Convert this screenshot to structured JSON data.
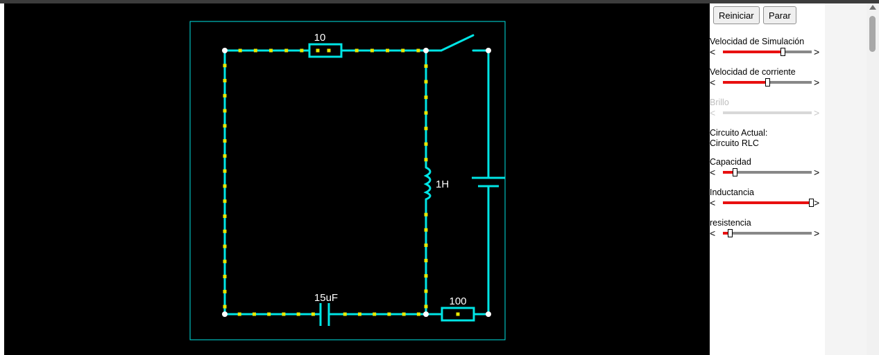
{
  "buttons": {
    "reset": "Reiniciar",
    "stop": "Parar"
  },
  "sliders": [
    {
      "id": "sim-speed",
      "label": "Velocidad de Simulación",
      "value": 0.67,
      "enabled": true
    },
    {
      "id": "current-speed",
      "label": "Velocidad de corriente",
      "value": 0.5,
      "enabled": true
    },
    {
      "id": "brightness",
      "label": "Brillo",
      "value": 0,
      "enabled": false
    },
    {
      "id": "capacity",
      "label": "Capacidad",
      "value": 0.13,
      "enabled": true
    },
    {
      "id": "inductance",
      "label": "Inductancia",
      "value": 0.99,
      "enabled": true
    },
    {
      "id": "resistance",
      "label": "resistencia",
      "value": 0.08,
      "enabled": true
    }
  ],
  "circuit": {
    "title_label": "Circuito Actual:",
    "name": "Circuito RLC",
    "resistor_top_label": "10",
    "resistor_bottom_label": "100",
    "capacitor_label": "15uF",
    "inductor_label": "1H"
  },
  "colors": {
    "wire": "#00e5e5",
    "current_dot": "#e8e800",
    "canvas_bg": "#000000",
    "node": "#ffffff"
  }
}
